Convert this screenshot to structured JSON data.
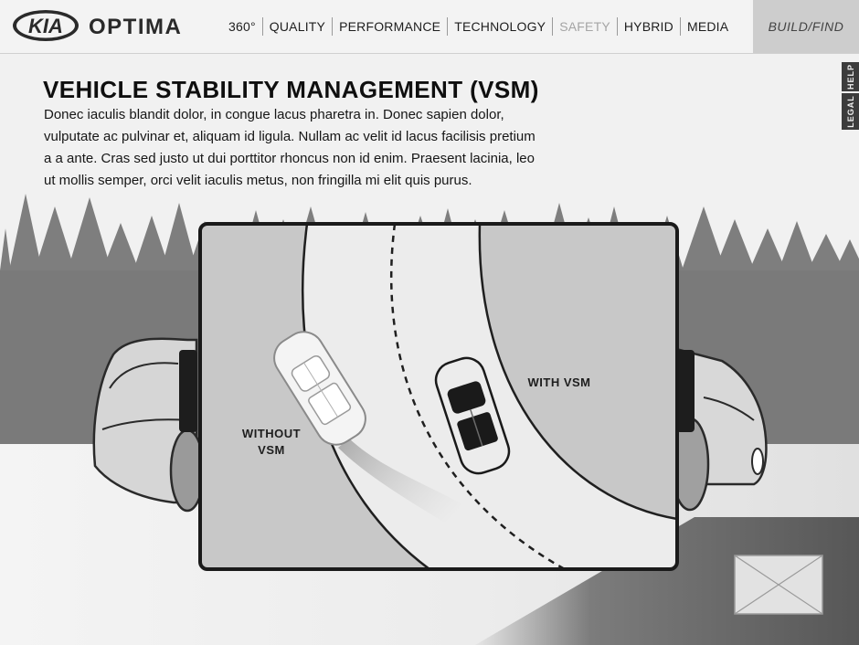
{
  "nav": {
    "brand": "KIA",
    "model": "OPTIMA",
    "links": [
      {
        "label": "360°",
        "active": false
      },
      {
        "label": "QUALITY",
        "active": false
      },
      {
        "label": "PERFORMANCE",
        "active": false
      },
      {
        "label": "TECHNOLOGY",
        "active": false
      },
      {
        "label": "SAFETY",
        "active": true
      },
      {
        "label": "HYBRID",
        "active": false
      },
      {
        "label": "MEDIA",
        "active": false
      }
    ],
    "build_find": "BUILD/FIND"
  },
  "side_tabs": {
    "help": "HELP",
    "legal": "LEGAL"
  },
  "main": {
    "title": "VEHICLE STABILITY MANAGEMENT (VSM)",
    "body": "Donec iaculis blandit dolor, in congue lacus pharetra in. Donec sapien dolor, vulputate ac pulvinar et, aliquam id ligula. Nullam ac velit id lacus facilisis pretium a a ante. Cras sed justo ut dui porttitor rhoncus non id enim. Praesent lacinia, leo ut mollis semper, orci velit iaculis metus, non fringilla mi elit quis purus."
  },
  "diagram": {
    "without_line1": "WITHOUT",
    "without_line2": "VSM",
    "with_label": "WITH VSM"
  },
  "colors": {
    "nav_bg": "#f3f3f3",
    "build_bg": "#cdcdcd",
    "safety_muted": "#a5a5a5",
    "tab_bg": "#3c3c3c"
  }
}
